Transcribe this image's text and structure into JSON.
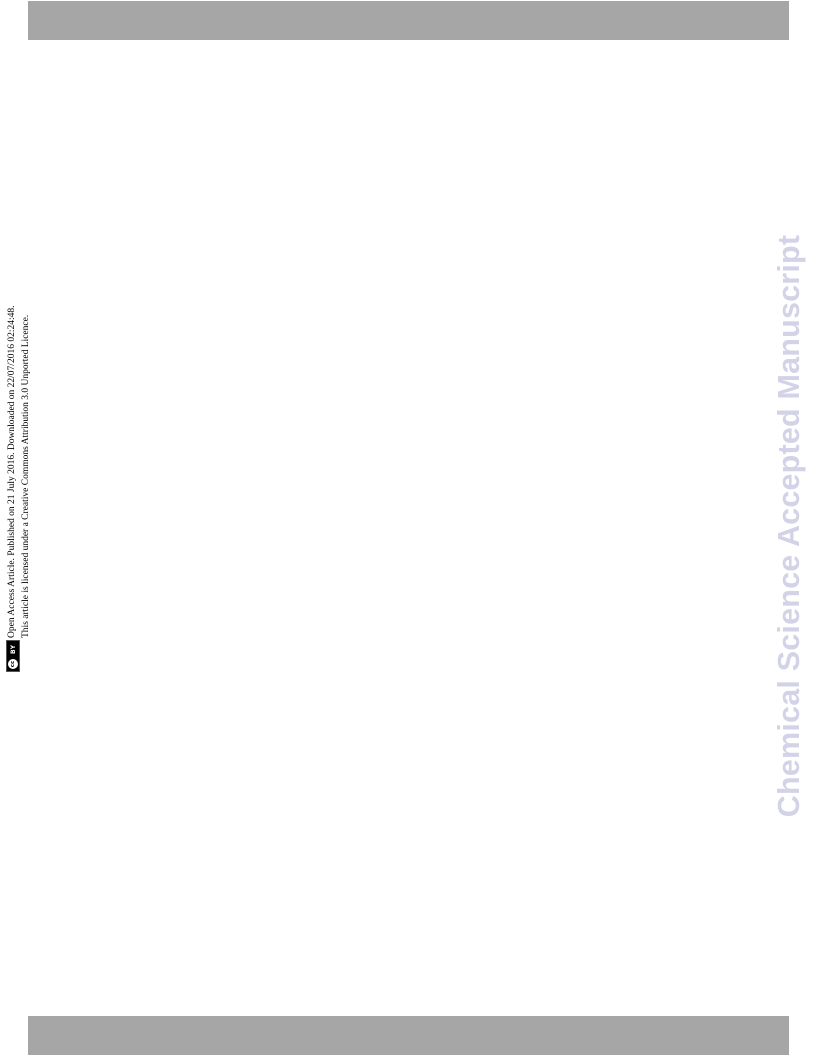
{
  "license": {
    "line1": "Open Access Article. Published on 21 July 2016. Downloaded on 22/07/2016 02:24:48.",
    "line2": "This article is licensed under a Creative Commons Attribution 3.0 Unported Licence.",
    "badge_cc": "cc",
    "badge_by": "BY"
  },
  "watermark": {
    "text": "Chemical Science Accepted Manuscript"
  },
  "colors": {
    "bar": "#a6a6a6",
    "watermark": "#d3d3e8"
  }
}
